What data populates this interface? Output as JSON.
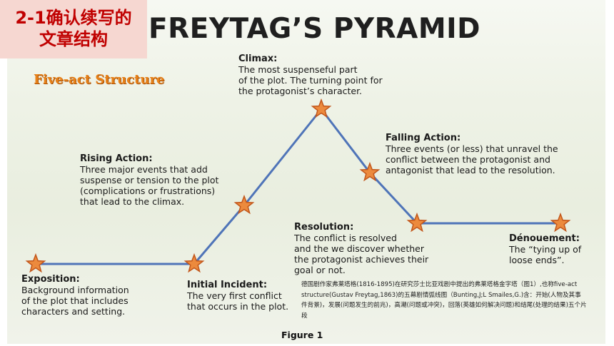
{
  "badge": {
    "line1": "2-1确认续写的",
    "line2": "文章结构"
  },
  "title": "FREYTAG’S PYRAMID",
  "subtitle": "Five-act Structure",
  "colors": {
    "line": "#4f74b8",
    "star_fill": "#ec8a3d",
    "star_stroke": "#c2561b",
    "badge_bg": "#f6d7d1",
    "badge_text": "#c00000",
    "subtitle": "#e8821a"
  },
  "stages": {
    "climax": {
      "heading": "Climax:",
      "lines": [
        "The most suspenseful part",
        "of the plot. The turning point for",
        "the protagonist’s character."
      ]
    },
    "rising": {
      "heading": "Rising Action:",
      "lines": [
        "Three major events that add",
        "suspense or tension to the plot",
        "(complications or frustrations)",
        "that lead to the climax."
      ]
    },
    "falling": {
      "heading": "Falling Action:",
      "lines": [
        "Three events (or less) that unravel the",
        "conflict between the protagonist and",
        "antagonist that lead to the resolution."
      ]
    },
    "resolution": {
      "heading": "Resolution:",
      "lines": [
        "The conflict is resolved",
        "and the we discover whether",
        "the protagonist achieves their",
        "goal or not."
      ]
    },
    "denouement": {
      "heading": "Dénouement:",
      "lines": [
        "The “tying up of",
        "loose ends”."
      ]
    },
    "exposition": {
      "heading": "Exposition:",
      "lines": [
        "Background information",
        "of the plot that includes",
        "characters and setting."
      ]
    },
    "initial": {
      "heading": "Initial Incident:",
      "lines": [
        "The very first conflict",
        "that occurs in the plot."
      ]
    }
  },
  "note": "德国剧作家弗莱塔格(1816-1895)在研究莎士比亚戏剧中提出的弗莱塔格金字塔（图1）,也称five-act structure(Gustav Freytag,1863)的五幕剧情弧线图（Bunting,J;L Smailes,G.)含：开始(人物及其事件背景)，发展(问题发生的前兆)，高潮(问题或冲突)，回落(英雄如何解决问题)和结尾(处理的结果)五个片段",
  "figure_caption": "Figure 1"
}
